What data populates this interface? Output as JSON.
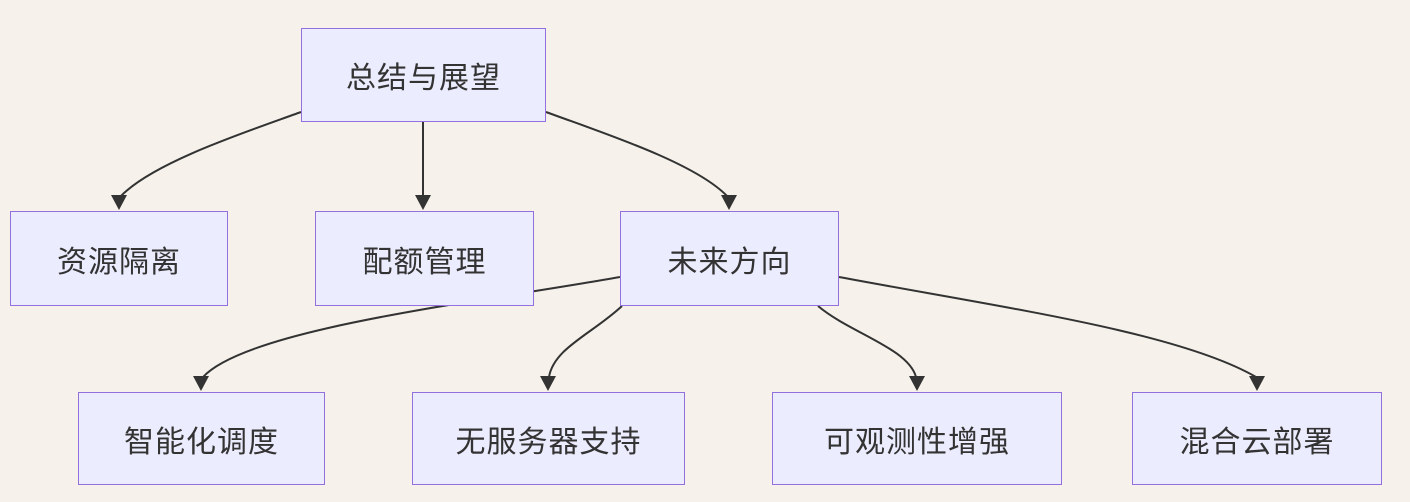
{
  "theme": {
    "canvas_background": "#F6F2EB",
    "node_fill": "#ECECFF",
    "node_border": "#9370DB",
    "edge_color": "#333333",
    "text_color": "#333333"
  },
  "diagram": {
    "type": "flowchart",
    "direction": "top-down",
    "nodes": [
      {
        "id": "summary",
        "label": "总结与展望"
      },
      {
        "id": "resource",
        "label": "资源隔离"
      },
      {
        "id": "quota",
        "label": "配额管理"
      },
      {
        "id": "future",
        "label": "未来方向"
      },
      {
        "id": "scheduling",
        "label": "智能化调度"
      },
      {
        "id": "serverless",
        "label": "无服务器支持"
      },
      {
        "id": "observability",
        "label": "可观测性增强"
      },
      {
        "id": "hybrid",
        "label": "混合云部署"
      }
    ],
    "edges": [
      {
        "from": "summary",
        "to": "resource"
      },
      {
        "from": "summary",
        "to": "quota"
      },
      {
        "from": "summary",
        "to": "future"
      },
      {
        "from": "future",
        "to": "scheduling"
      },
      {
        "from": "future",
        "to": "serverless"
      },
      {
        "from": "future",
        "to": "observability"
      },
      {
        "from": "future",
        "to": "hybrid"
      }
    ]
  }
}
